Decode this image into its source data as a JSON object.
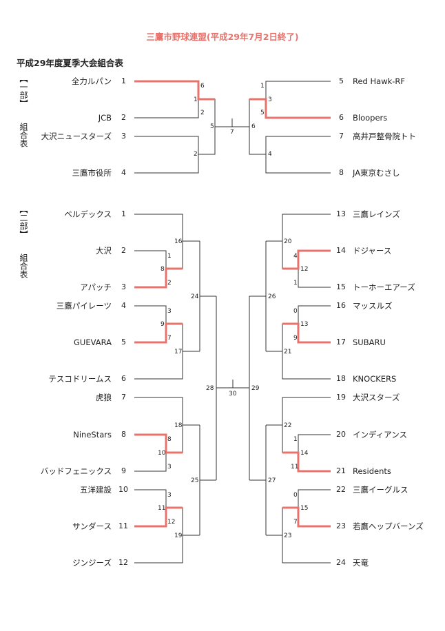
{
  "header": {
    "title": "三鷹市野球連盟(平成29年7月2日終了)",
    "subtitle": "平成29年度夏季大会組合表"
  },
  "colors": {
    "accent": "#e8736c",
    "line": "#333333"
  },
  "side_labels": {
    "div1_bracket": "【一部】",
    "div1_caption": "組合表",
    "div2_bracket": "【二部】",
    "div2_caption": "組合表"
  },
  "division1": {
    "left_teams": [
      {
        "seed": "1",
        "name": "全力ルパン"
      },
      {
        "seed": "2",
        "name": "JCB"
      },
      {
        "seed": "3",
        "name": "大沢ニュースターズ"
      },
      {
        "seed": "4",
        "name": "三鷹市役所"
      }
    ],
    "right_teams": [
      {
        "seed": "5",
        "name": "Red Hawk-RF"
      },
      {
        "seed": "6",
        "name": "Bloopers"
      },
      {
        "seed": "7",
        "name": "高井戸整骨院トト"
      },
      {
        "seed": "8",
        "name": "JA東京むさし"
      }
    ],
    "scores": {
      "m1_top": "6",
      "m1_bot": "1",
      "m1_low": "2",
      "m2_low": "2",
      "m3_top": "1",
      "m3_mid": "3",
      "m3_bot": "5",
      "m4_low": "4",
      "semi_left": "5",
      "semi_right": "6",
      "final": "7"
    }
  },
  "division2": {
    "left_teams": [
      {
        "seed": "1",
        "name": "ベルデックス"
      },
      {
        "seed": "2",
        "name": "大沢"
      },
      {
        "seed": "3",
        "name": "アパッチ"
      },
      {
        "seed": "4",
        "name": "三鷹パイレーツ"
      },
      {
        "seed": "5",
        "name": "GUEVARA"
      },
      {
        "seed": "6",
        "name": "テスコドリームス"
      },
      {
        "seed": "7",
        "name": "虎狼"
      },
      {
        "seed": "8",
        "name": "NineStars"
      },
      {
        "seed": "9",
        "name": "バッドフェニックス"
      },
      {
        "seed": "10",
        "name": "五洋建設"
      },
      {
        "seed": "11",
        "name": "サンダース"
      },
      {
        "seed": "12",
        "name": "ジンジーズ"
      }
    ],
    "right_teams": [
      {
        "seed": "13",
        "name": "三鷹レインズ"
      },
      {
        "seed": "14",
        "name": "ドジャース"
      },
      {
        "seed": "15",
        "name": "トーホーエアーズ"
      },
      {
        "seed": "16",
        "name": "マッスルズ"
      },
      {
        "seed": "17",
        "name": "SUBARU"
      },
      {
        "seed": "18",
        "name": "KNOCKERS"
      },
      {
        "seed": "19",
        "name": "大沢スターズ"
      },
      {
        "seed": "20",
        "name": "インディアンス"
      },
      {
        "seed": "21",
        "name": "Residents"
      },
      {
        "seed": "22",
        "name": "三鷹イーグルス"
      },
      {
        "seed": "23",
        "name": "若鷹ヘップバーンズ"
      },
      {
        "seed": "24",
        "name": "天竜"
      }
    ],
    "scores": {
      "a_top": "1",
      "a_mid": "8",
      "a_bot": "2",
      "a_r2": "16",
      "b_top": "3",
      "b_mid": "9",
      "b_bot": "7",
      "b_r2": "17",
      "c_mid": "10",
      "c_top": "8",
      "c_bot": "3",
      "c_r2": "18",
      "d_top": "3",
      "d_mid": "11",
      "d_bot": "12",
      "d_r2": "19",
      "e_top": "4",
      "e_mid": "12",
      "e_bot": "1",
      "e_r2": "20",
      "f_top": "0",
      "f_mid": "13",
      "f_bot": "9",
      "f_r2": "21",
      "g_top": "1",
      "g_mid": "14",
      "g_bot": "11",
      "g_r2": "22",
      "h_top": "0",
      "h_mid": "15",
      "h_bot": "7",
      "h_r2": "23",
      "l_sf1": "24",
      "l_sf2": "25",
      "r_sf1": "26",
      "r_sf2": "27",
      "final_left": "28",
      "final_mid": "30",
      "final_right": "29"
    }
  }
}
